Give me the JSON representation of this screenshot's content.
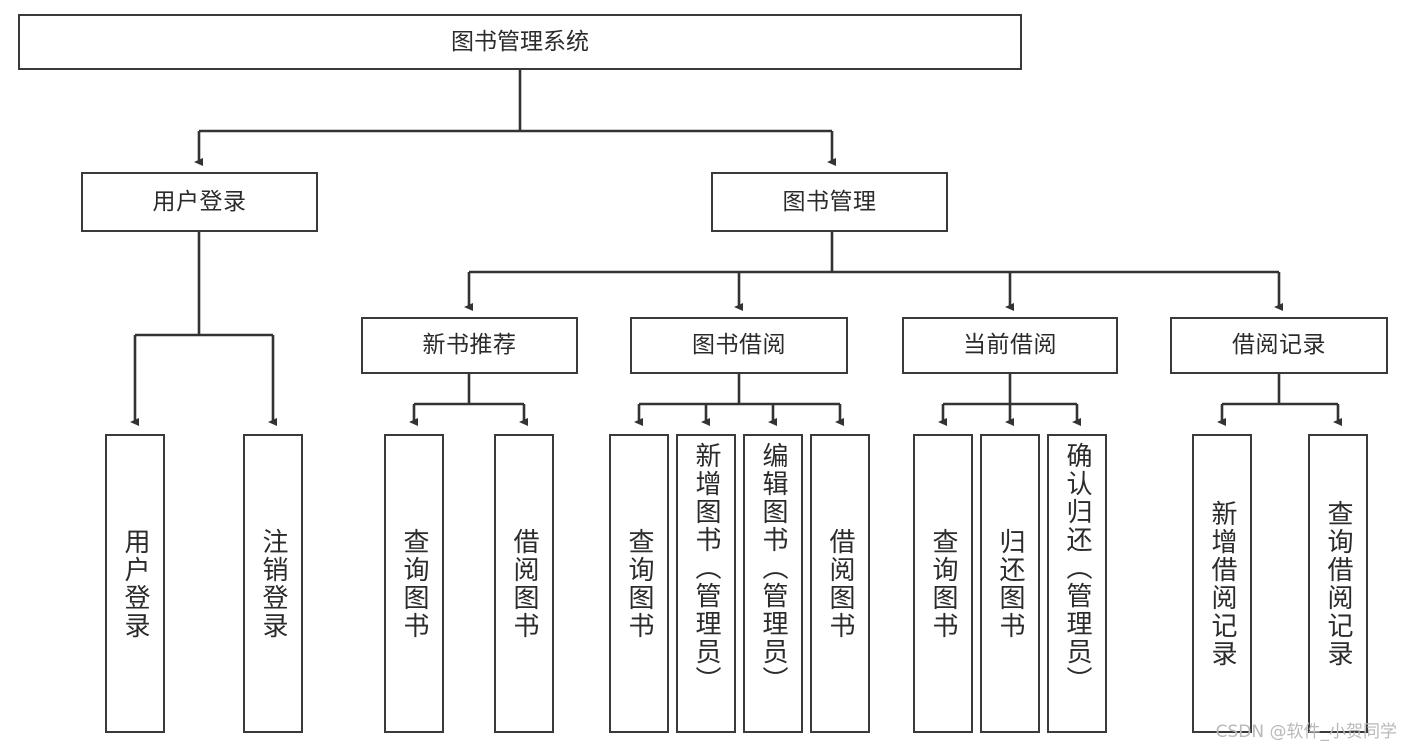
{
  "diagram": {
    "type": "tree-hierarchy-flowchart",
    "title_node": "图书管理系统",
    "watermark": "CSDN @软件_小贺同学",
    "colors": {
      "box_border": "#3a3a3a",
      "box_fill": "#ffffff",
      "text": "#2b2b2b",
      "connector": "#333333",
      "background": "#ffffff",
      "watermark": "#b9b9b9"
    },
    "levels": {
      "level1": [
        "图书管理系统"
      ],
      "level2": [
        "用户登录",
        "图书管理"
      ],
      "level3": [
        "新书推荐",
        "图书借阅",
        "当前借阅",
        "借阅记录"
      ],
      "level4": [
        "用户登录",
        "注销登录",
        "查询图书",
        "借阅图书",
        "查询图书",
        "新增图书（管理员）",
        "编辑图书（管理员）",
        "借阅图书",
        "查询图书",
        "归还图书",
        "确认归还（管理员）",
        "新增借阅记录",
        "查询借阅记录"
      ]
    },
    "nodes": {
      "root": {
        "label": "图书管理系统"
      },
      "user_login": {
        "label": "用户登录"
      },
      "book_manage": {
        "label": "图书管理"
      },
      "new_book_rec": {
        "label": "新书推荐"
      },
      "book_borrow": {
        "label": "图书借阅"
      },
      "current_borrow": {
        "label": "当前借阅"
      },
      "borrow_record": {
        "label": "借阅记录"
      },
      "leaf_user_login": {
        "label": "用户登录"
      },
      "leaf_logout": {
        "label": "注销登录"
      },
      "leaf_query_book_1": {
        "label": "查询图书"
      },
      "leaf_borrow_book_1": {
        "label": "借阅图书"
      },
      "leaf_query_book_2": {
        "label": "查询图书"
      },
      "leaf_add_book_admin": {
        "label": "新增图书（管理员）"
      },
      "leaf_edit_book_admin": {
        "label": "编辑图书（管理员）"
      },
      "leaf_borrow_book_2": {
        "label": "借阅图书"
      },
      "leaf_query_book_3": {
        "label": "查询图书"
      },
      "leaf_return_book": {
        "label": "归还图书"
      },
      "leaf_confirm_return_admin": {
        "label": "确认归还（管理员）"
      },
      "leaf_add_borrow_record": {
        "label": "新增借阅记录"
      },
      "leaf_query_borrow_record": {
        "label": "查询借阅记录"
      }
    },
    "edges": [
      {
        "from": "root",
        "to": "user_login"
      },
      {
        "from": "root",
        "to": "book_manage"
      },
      {
        "from": "user_login",
        "to": "leaf_user_login"
      },
      {
        "from": "user_login",
        "to": "leaf_logout"
      },
      {
        "from": "book_manage",
        "to": "new_book_rec"
      },
      {
        "from": "book_manage",
        "to": "book_borrow"
      },
      {
        "from": "book_manage",
        "to": "current_borrow"
      },
      {
        "from": "book_manage",
        "to": "borrow_record"
      },
      {
        "from": "new_book_rec",
        "to": "leaf_query_book_1"
      },
      {
        "from": "new_book_rec",
        "to": "leaf_borrow_book_1"
      },
      {
        "from": "book_borrow",
        "to": "leaf_query_book_2"
      },
      {
        "from": "book_borrow",
        "to": "leaf_add_book_admin"
      },
      {
        "from": "book_borrow",
        "to": "leaf_edit_book_admin"
      },
      {
        "from": "book_borrow",
        "to": "leaf_borrow_book_2"
      },
      {
        "from": "current_borrow",
        "to": "leaf_query_book_3"
      },
      {
        "from": "current_borrow",
        "to": "leaf_return_book"
      },
      {
        "from": "current_borrow",
        "to": "leaf_confirm_return_admin"
      },
      {
        "from": "borrow_record",
        "to": "leaf_add_borrow_record"
      },
      {
        "from": "borrow_record",
        "to": "leaf_query_borrow_record"
      }
    ]
  }
}
